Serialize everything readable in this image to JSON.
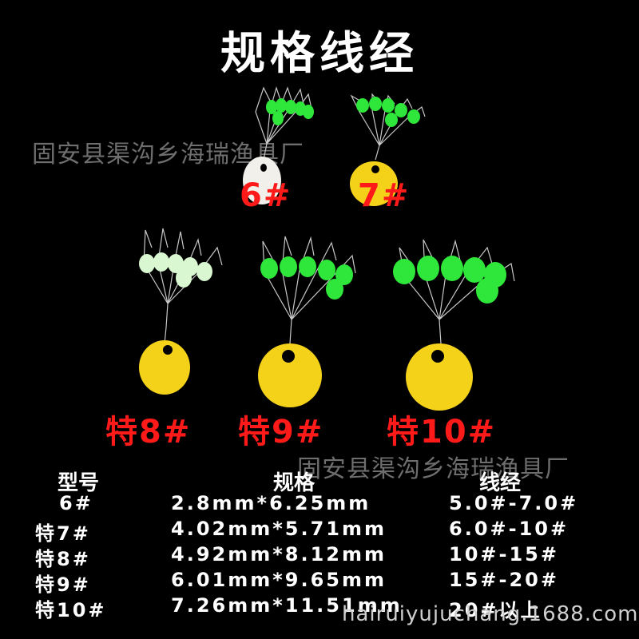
{
  "title": "规格线经",
  "watermark_top": "固安县渠沟乡海瑞渔具厂",
  "watermark_bottom": "固安县渠沟乡海瑞渔具厂",
  "site": "hairuiyujuchang.1688.com",
  "products": [
    {
      "label": "6#",
      "bead_color": "#2fe63a",
      "sinker_color": "#f2f0ea"
    },
    {
      "label": "7#",
      "bead_color": "#2fe63a",
      "sinker_color": "#f5d21a"
    },
    {
      "label": "特8#",
      "bead_color": "#d9f7d0",
      "sinker_color": "#f5d21a"
    },
    {
      "label": "特9#",
      "bead_color": "#2fe63a",
      "sinker_color": "#f5d21a"
    },
    {
      "label": "特10#",
      "bead_color": "#2fe63a",
      "sinker_color": "#f5d21a"
    }
  ],
  "table": {
    "headers": [
      "型号",
      "规格",
      "线经"
    ],
    "rows": [
      {
        "model": "6#",
        "spec": "2.8mm*6.25mm",
        "line": "5.0#-7.0#"
      },
      {
        "model": "特7#",
        "spec": "4.02mm*5.71mm",
        "line": "6.0#-10#"
      },
      {
        "model": "特8#",
        "spec": "4.92mm*8.12mm",
        "line": "10#-15#"
      },
      {
        "model": "特9#",
        "spec": "6.01mm*9.65mm",
        "line": "15#-20#"
      },
      {
        "model": "特10#",
        "spec": "7.26mm*11.51mm",
        "line": "20#以上"
      }
    ]
  }
}
